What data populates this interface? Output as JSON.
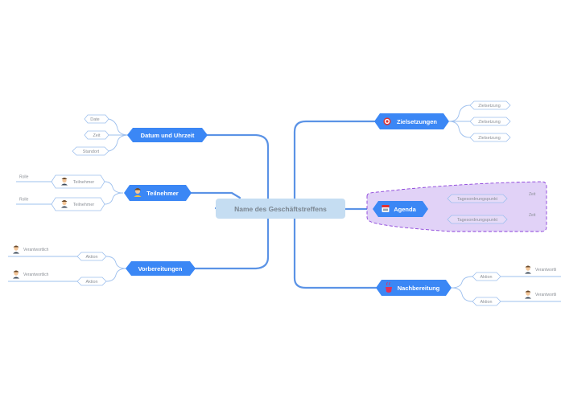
{
  "central_topic": "Name des Geschäftstreffens",
  "left_branches": {
    "datum": {
      "label": "Datum und Uhrzeit",
      "items": [
        "Date",
        "Zeit",
        "Standort"
      ]
    },
    "teilnehmer": {
      "label": "Teilnehmer",
      "icon": "person-icon",
      "items": [
        {
          "label": "Teilnehmer",
          "role": "Rolle"
        },
        {
          "label": "Teilnehmer",
          "role": "Rolle"
        }
      ]
    },
    "vorbereitungen": {
      "label": "Vorbereitungen",
      "items": [
        {
          "label": "Aktion",
          "owner": "Verantwortlich"
        },
        {
          "label": "Aktion",
          "owner": "Verantwortlich"
        }
      ]
    }
  },
  "right_branches": {
    "zielsetzungen": {
      "label": "Zielsetzungen",
      "icon": "target-icon",
      "items": [
        "Zielsetzung",
        "Zielsetzung",
        "Zielsetzung"
      ]
    },
    "agenda": {
      "label": "Agenda",
      "icon": "calendar-icon",
      "items": [
        {
          "label": "Tagesordnungspunkt",
          "note": "Zeit"
        },
        {
          "label": "Tagesordnungspunkt",
          "note": "Zeit"
        }
      ]
    },
    "nachbereitung": {
      "label": "Nachbereitung",
      "icon": "hot-beverage-icon",
      "items": [
        {
          "label": "Aktion",
          "owner": "Verantwortli"
        },
        {
          "label": "Aktion",
          "owner": "Verantwortli"
        }
      ]
    }
  },
  "colors": {
    "main_node": "#3b87f5",
    "central_node": "#c5ddf2",
    "line": "#5b93e6",
    "thin_line": "#9ec0ee",
    "highlight_fill": "#e1d2f7",
    "highlight_stroke": "#8a3fd9"
  }
}
